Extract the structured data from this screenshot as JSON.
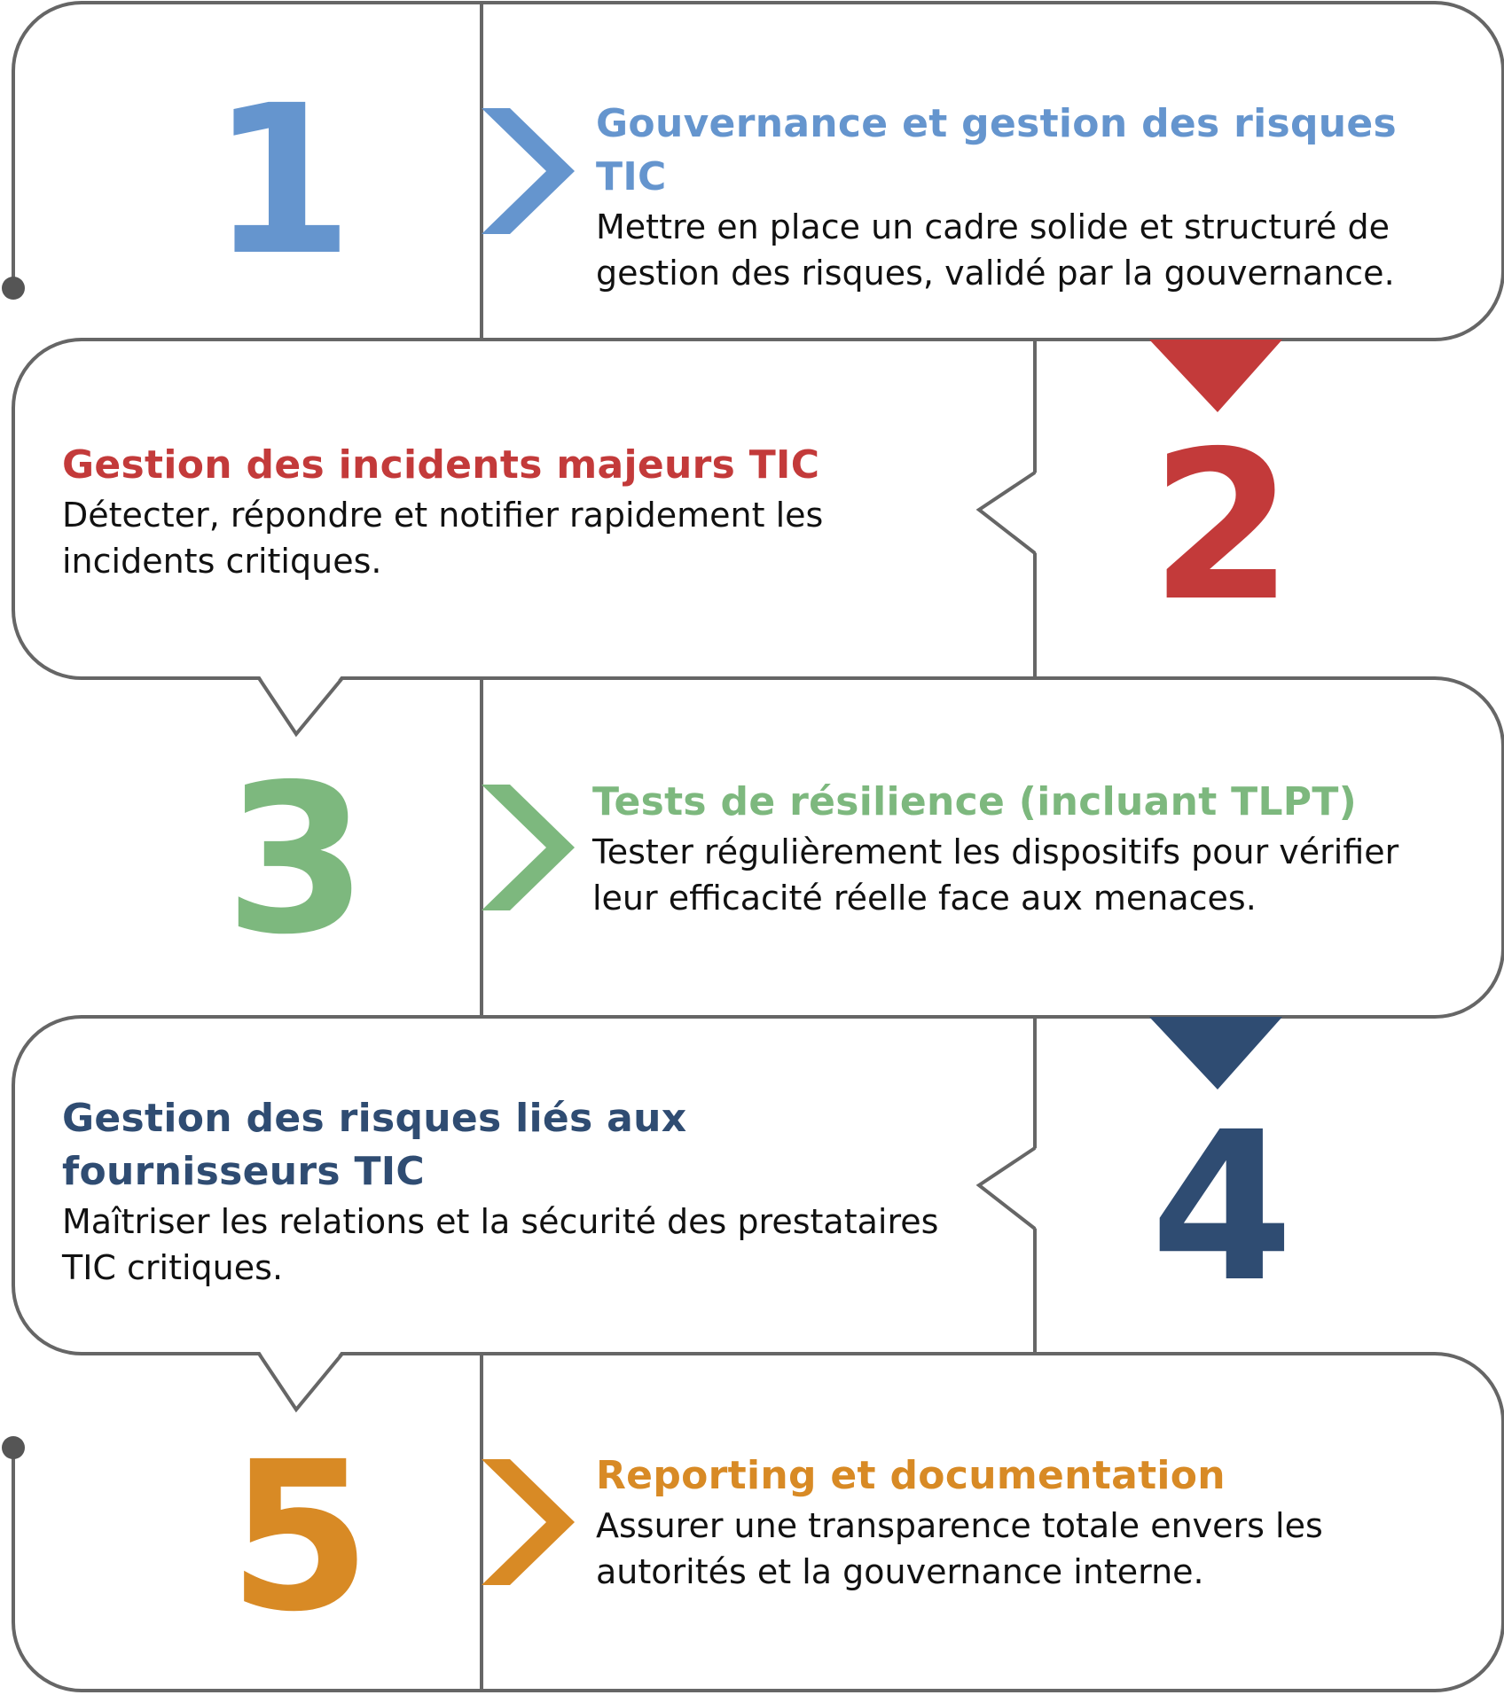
{
  "steps": [
    {
      "number": "1",
      "title": "Gouvernance et gestion des risques TIC",
      "description": "Mettre en place un cadre solide et structuré de gestion des risques, validé par la gouvernance.",
      "color": "#6595CE"
    },
    {
      "number": "2",
      "title": "Gestion des incidents majeurs TIC",
      "description": "Détecter, répondre et notifier rapidement les incidents critiques.",
      "color": "#C33A3A"
    },
    {
      "number": "3",
      "title": "Tests de résilience (incluant TLPT)",
      "description": "Tester régulièrement les dispositifs pour vérifier leur efficacité réelle face aux menaces.",
      "color": "#7DB87E"
    },
    {
      "number": "4",
      "title": "Gestion des risques liés aux fournisseurs TIC",
      "description": "Maîtriser les relations et la sécurité des prestataires TIC critiques.",
      "color": "#2F4C72"
    },
    {
      "number": "5",
      "title": "Reporting et documentation",
      "description": "Assurer une transparence totale envers les autorités et la gouvernance interne.",
      "color": "#D88A25"
    }
  ],
  "line_color": "#666666"
}
